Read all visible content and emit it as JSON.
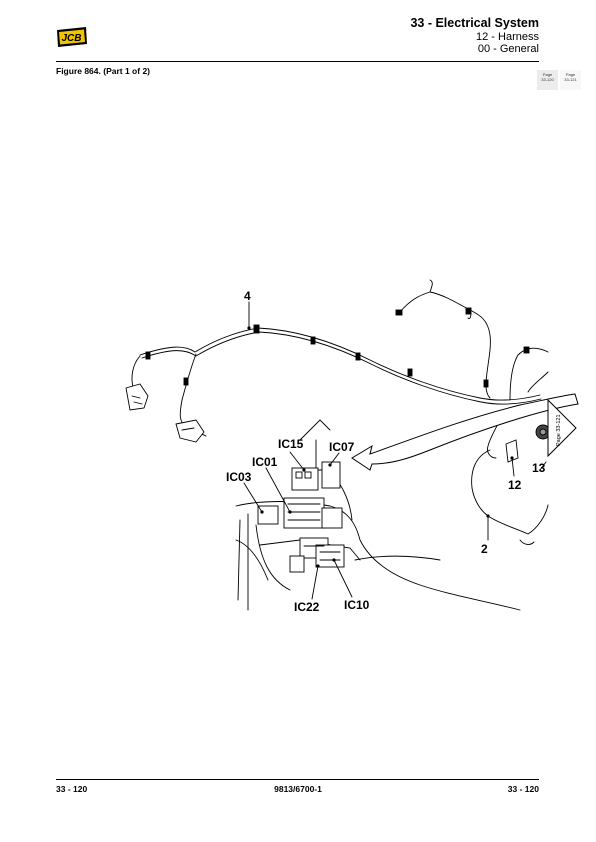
{
  "header": {
    "logo_text": "JCB",
    "section_title": "33 - Electrical System",
    "subsection": "12 - Harness",
    "topic": "00 - General"
  },
  "figure_caption": "Figure 864. (Part 1 of 2)",
  "page_tabs": [
    {
      "line1": "Page",
      "line2": "33-120"
    },
    {
      "line1": "Page",
      "line2": "33-121"
    }
  ],
  "callouts": {
    "c4": "4",
    "c2": "2",
    "c12": "12",
    "c13": "13",
    "ic15": "IC15",
    "ic07": "IC07",
    "ic01": "IC01",
    "ic03": "IC03",
    "ic22": "IC22",
    "ic10": "IC10",
    "page_ref": "Page 33-121"
  },
  "footer": {
    "left": "33 - 120",
    "center": "9813/6700-1",
    "right": "33 - 120"
  }
}
